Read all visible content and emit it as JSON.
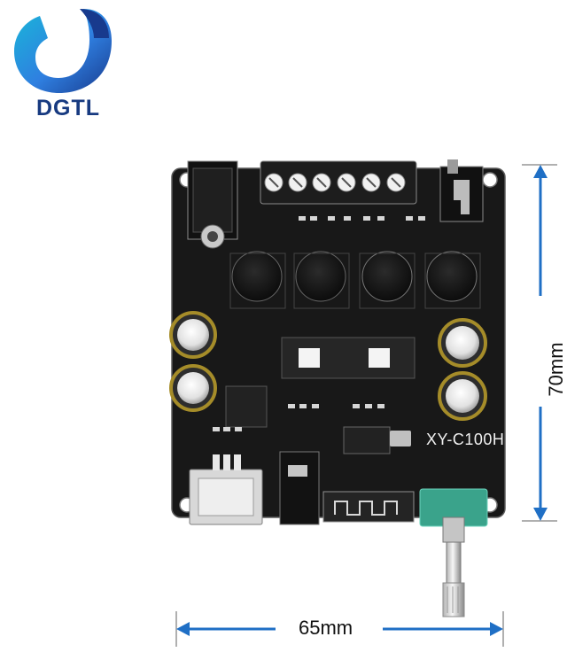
{
  "brand": {
    "name": "DGTL",
    "colors": {
      "primary": "#183a8d",
      "secondary": "#16b8d8",
      "accent": "#2f7fe0"
    }
  },
  "board": {
    "model": "XY-C100H",
    "colors": {
      "pcb": "#181818",
      "capacitor": "#f4f4f4",
      "knob_base": "#3aa38b",
      "metal": "#c9c9c9"
    }
  },
  "dimensions": {
    "width_label": "65mm",
    "height_label": "70mm",
    "line_color": "#1f6fc5"
  }
}
